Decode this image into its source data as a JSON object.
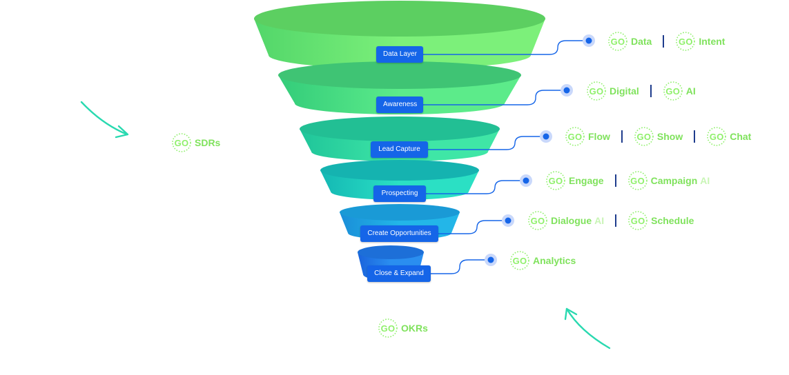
{
  "badge_text": "GO",
  "colors": {
    "label_bg": "#1565e8",
    "connector": "#1565e8",
    "badge_green": "#8ff06b",
    "arrow_teal": "#29d9b0",
    "separator": "#1d3b8c"
  },
  "funnel": {
    "stages": [
      {
        "label": "Data Layer",
        "products": [
          {
            "name": "Data"
          },
          {
            "name": "Intent"
          }
        ]
      },
      {
        "label": "Awareness",
        "products": [
          {
            "name": "Digital"
          },
          {
            "name": "AI"
          }
        ]
      },
      {
        "label": "Lead Capture",
        "products": [
          {
            "name": "Flow"
          },
          {
            "name": "Show"
          },
          {
            "name": "Chat"
          }
        ]
      },
      {
        "label": "Prospecting",
        "products": [
          {
            "name": "Engage"
          },
          {
            "name": "Campaign",
            "suffix": "AI"
          }
        ]
      },
      {
        "label": "Create Opportunities",
        "products": [
          {
            "name": "Dialogue",
            "suffix": "AI"
          },
          {
            "name": "Schedule"
          }
        ]
      },
      {
        "label": "Close & Expand",
        "products": [
          {
            "name": "Analytics"
          }
        ]
      }
    ]
  },
  "standalone": {
    "sdrs": {
      "name": "SDRs"
    },
    "okrs": {
      "name": "OKRs"
    }
  }
}
